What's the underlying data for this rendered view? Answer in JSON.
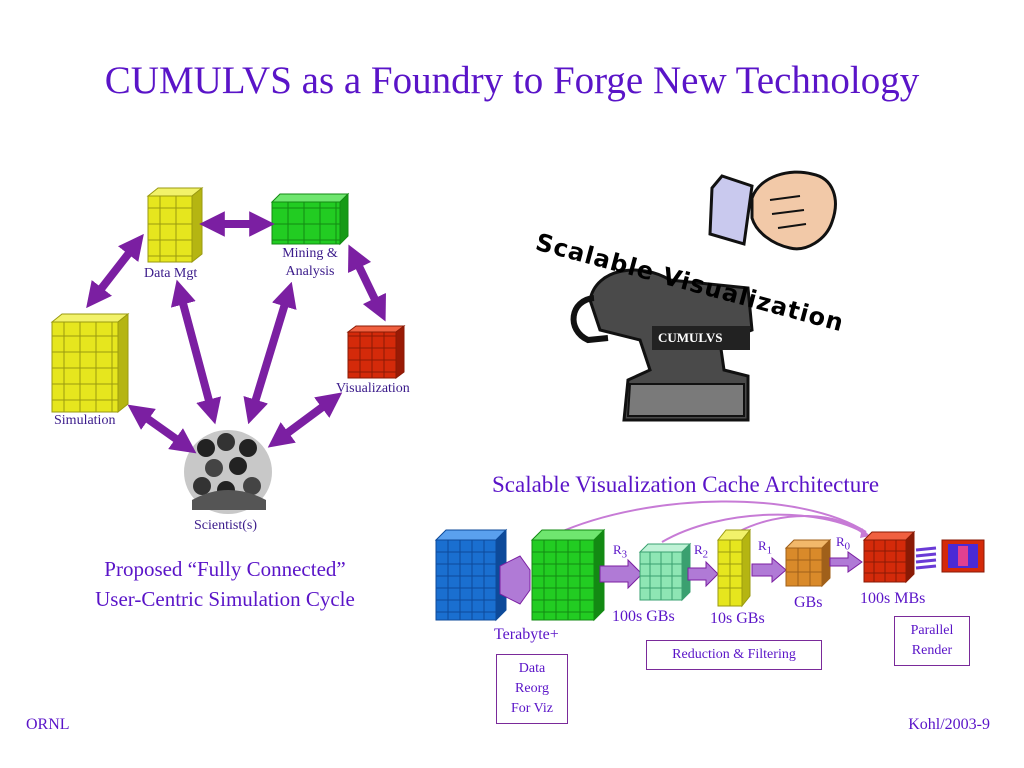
{
  "title": "CUMULVS as a Foundry to Forge New Technology",
  "cycle": {
    "nodes": {
      "data_mgt": "Data Mgt",
      "mining": "Mining &",
      "analysis": "Analysis",
      "visualization": "Visualization",
      "simulation": "Simulation",
      "scientists": "Scientist(s)"
    },
    "caption_line1": "Proposed “Fully Connected”",
    "caption_line2": "User-Centric Simulation Cycle"
  },
  "anvil": {
    "banner": "Scalable Visualization",
    "anvil_label": "CUMULVS"
  },
  "cache": {
    "heading": "Scalable Visualization Cache Architecture",
    "stage_labels": {
      "terabyte": "Terabyte+",
      "hundreds_gbs": "100s GBs",
      "tens_gbs": "10s GBs",
      "gbs": "GBs",
      "hundreds_mbs": "100s MBs"
    },
    "r_labels": {
      "r3": "R",
      "r3_sub": "3",
      "r2": "R",
      "r2_sub": "2",
      "r1": "R",
      "r1_sub": "1",
      "r0": "R",
      "r0_sub": "0"
    },
    "box_data_reorg": [
      "Data",
      "Reorg",
      "For Viz"
    ],
    "box_reduction": "Reduction & Filtering",
    "box_parallel": [
      "Parallel",
      "Render"
    ]
  },
  "footer": {
    "left": "ORNL",
    "right": "Kohl/2003-9"
  },
  "colors": {
    "title": "#5a14c8",
    "arrow": "#7b1fa2",
    "yellow": "#e6e61e",
    "green": "#22cc22",
    "red": "#d42a0a",
    "blue": "#1a6fd0",
    "mint": "#8ee6b4",
    "orange": "#d98a2a"
  }
}
